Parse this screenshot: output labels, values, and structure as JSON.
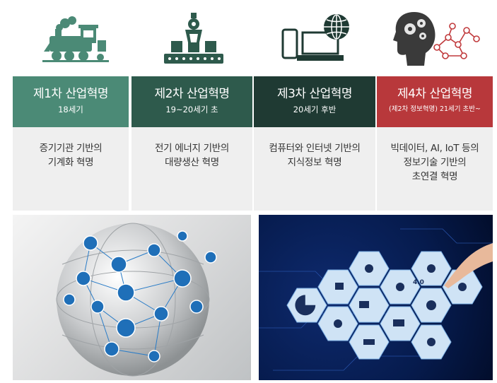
{
  "columns": [
    {
      "title": "제1차 산업혁명",
      "period": "18세기",
      "desc": [
        "증기기관 기반의",
        "기계화 혁명"
      ],
      "icon": "steam-train-icon",
      "color": "#4b8a76"
    },
    {
      "title": "제2차 산업혁명",
      "period": "19~20세기 초",
      "desc": [
        "전기 에너지 기반의",
        "대량생산 혁명"
      ],
      "icon": "factory-robot-arm-icon",
      "color": "#2e5a4c"
    },
    {
      "title": "제3차 산업혁명",
      "period": "20세기 후반",
      "desc": [
        "컴퓨터와 인터넷 기반의",
        "지식정보 혁명"
      ],
      "icon": "computer-globe-icon",
      "color": "#1f3a33"
    },
    {
      "title": "제4차 산업혁명",
      "period": "(제2차 정보혁명) 21세기 초반~",
      "desc": [
        "빅데이터, AI, IoT 등의",
        "정보기술 기반의",
        "초연결 혁명"
      ],
      "icon": "brain-network-icon",
      "color": "#b8383b"
    }
  ],
  "photos": {
    "right_label": "4.0"
  }
}
